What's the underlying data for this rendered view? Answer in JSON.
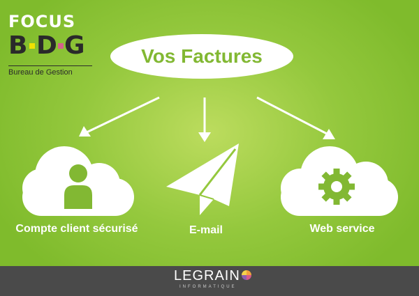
{
  "logo": {
    "focus": "FOCUS",
    "bdg": [
      "B",
      "D",
      "G"
    ],
    "subtitle": "Bureau de Gestion",
    "colors": {
      "square_yellow": "#f0e100",
      "square_pink": "#d4608c"
    }
  },
  "title": "Vos Factures",
  "channels": [
    {
      "label": "Compte client sécurisé",
      "icon": "user-cloud-icon"
    },
    {
      "label": "E-mail",
      "icon": "paper-plane-icon"
    },
    {
      "label": "Web service",
      "icon": "gear-cloud-icon"
    }
  ],
  "footer": {
    "brand": "LEGRAIN",
    "subtitle": "INFORMATIQUE"
  },
  "colors": {
    "background": "#94c83d",
    "accent_green": "#82b833",
    "footer": "#4a4a4a"
  }
}
